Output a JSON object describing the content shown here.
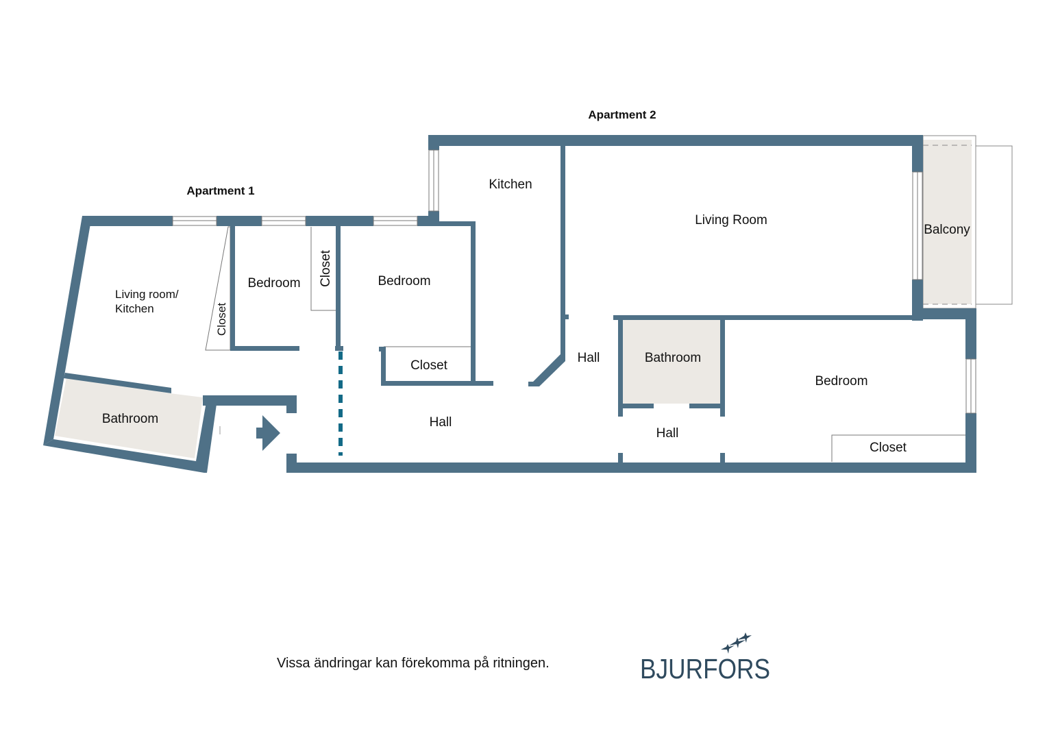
{
  "colors": {
    "wall": "#4f7187",
    "wet_room_fill": "#ece9e4",
    "door_dashes": "#136a87",
    "brand": "#2f4a5e"
  },
  "apartments": [
    {
      "label": "Apartment 1",
      "rooms": {
        "living_kitchen_line1": "Living room/",
        "living_kitchen_line2": "Kitchen",
        "closet_small": "Closet",
        "bedroom_a": "Bedroom",
        "closet_tall": "Closet",
        "bedroom_b": "Bedroom",
        "closet_wide": "Closet",
        "bathroom": "Bathroom",
        "hall": "Hall"
      }
    },
    {
      "label": "Apartment 2",
      "rooms": {
        "kitchen": "Kitchen",
        "living_room": "Living Room",
        "balcony": "Balcony",
        "hall_upper": "Hall",
        "bathroom": "Bathroom",
        "bedroom": "Bedroom",
        "hall_lower": "Hall",
        "closet": "Closet"
      }
    }
  ],
  "entrance_arrow_icon": "arrow-right-icon",
  "footer": {
    "note": "Vissa ändringar kan förekomma på ritningen.",
    "brand": "BJURFORS",
    "brand_icon": "birds-icon"
  }
}
